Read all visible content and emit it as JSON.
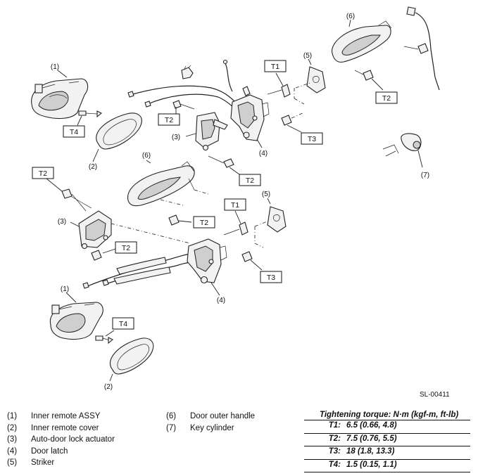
{
  "figure_code": "SL-00411",
  "callouts": {
    "c1": "(1)",
    "c2": "(2)",
    "c3": "(3)",
    "c4": "(4)",
    "c5": "(5)",
    "c6": "(6)",
    "c7": "(7)"
  },
  "torque_tags": {
    "t1": "T1",
    "t2": "T2",
    "t3": "T3",
    "t4": "T4"
  },
  "legend_left": [
    {
      "num": "(1)",
      "label": "Inner remote ASSY"
    },
    {
      "num": "(2)",
      "label": "Inner remote cover"
    },
    {
      "num": "(3)",
      "label": "Auto-door lock actuator"
    },
    {
      "num": "(4)",
      "label": "Door latch"
    },
    {
      "num": "(5)",
      "label": "Striker"
    }
  ],
  "legend_right": [
    {
      "num": "(6)",
      "label": "Door outer handle"
    },
    {
      "num": "(7)",
      "label": "Key cylinder"
    }
  ],
  "torque_table": {
    "title": "Tightening torque: N·m (kgf-m, ft-lb)",
    "rows": [
      {
        "key": "T1:",
        "value": "6.5 (0.66, 4.8)"
      },
      {
        "key": "T2:",
        "value": "7.5 (0.76, 5.5)"
      },
      {
        "key": "T3:",
        "value": "18 (1.8, 13.3)"
      },
      {
        "key": "T4:",
        "value": "1.5 (0.15, 1.1)"
      }
    ]
  }
}
